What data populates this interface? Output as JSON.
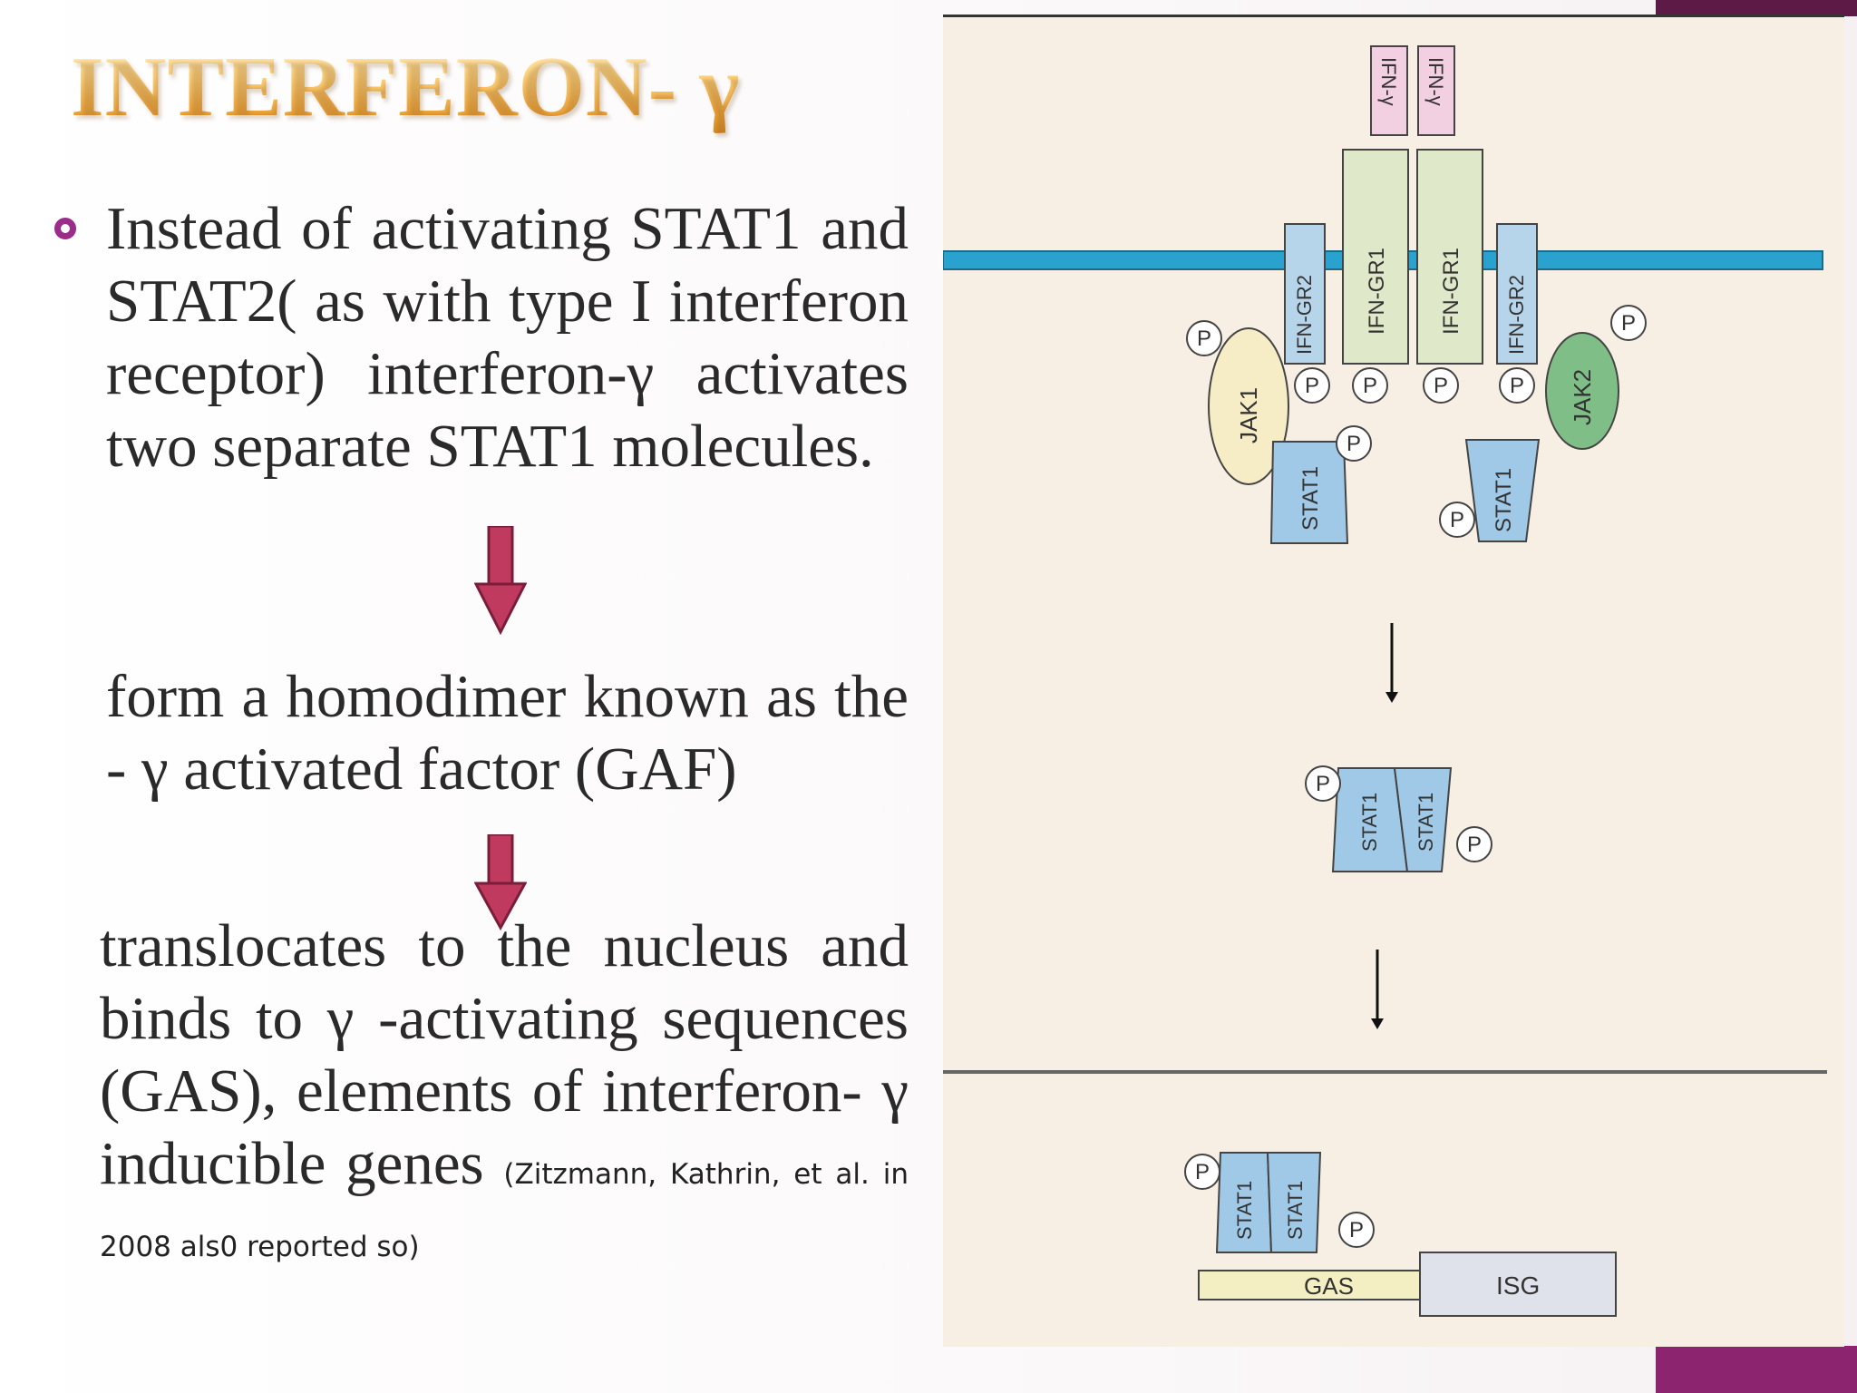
{
  "title": "INTERFERON- γ",
  "paragraphs": {
    "p1": "Instead of activating STAT1 and STAT2( as with type I interferon receptor) interferon-γ activates two separate STAT1 molecules.",
    "p2": "form a homodimer known as the - γ activated factor (GAF)",
    "p3_main": "translocates to the nucleus and binds to γ -activating sequences (GAS), elements of interferon- γ inducible genes",
    "p3_citation": "(Zitzmann, Kathrin, et al. in 2008 als0 reported so)"
  },
  "figure": {
    "ligands": [
      "IFN-γ",
      "IFN-γ"
    ],
    "receptor_chain_1": [
      "IFN-GR1",
      "IFN-GR1"
    ],
    "receptor_chain_2": [
      "IFN-GR2",
      "IFN-GR2"
    ],
    "kinases": [
      "JAK1",
      "JAK2"
    ],
    "stat": "STAT1",
    "phospho": "P",
    "promoter": "GAS",
    "gene": "ISG"
  },
  "colors": {
    "arrow": "#c0395f",
    "bullet": "#9b2c8a",
    "membrane": "#2aa2d0",
    "stat_fill": "#9fc9e6",
    "jak2_fill": "#7fbf87",
    "receptor_fill": "#dfe8c8",
    "ligand_fill": "#f3cfe2",
    "accent_corner": "#8c2470"
  }
}
